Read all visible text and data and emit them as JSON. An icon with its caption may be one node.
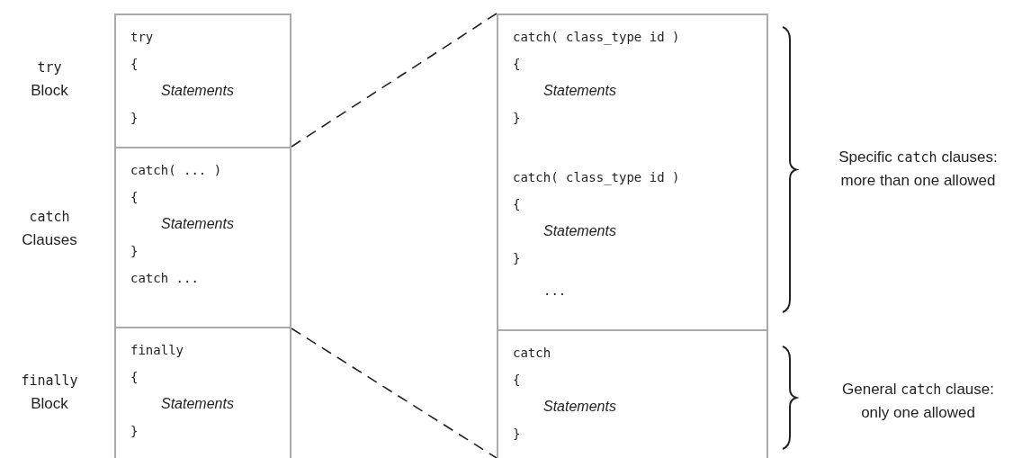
{
  "diagram": {
    "nodes": [
      {
        "text": [
          "try",
          "{",
          "Statements",
          "}"
        ]
      },
      {
        "text": [
          "catch( ... )",
          "{",
          "Statements",
          "}",
          "catch ..."
        ]
      },
      {
        "text": [
          "finally",
          "{",
          "Statements",
          "}"
        ]
      },
      {
        "text": [
          "catch( class_type id )",
          "{",
          "Statements",
          "}",
          "catch( class_type id )",
          "{",
          "Statements",
          "}",
          "..."
        ]
      },
      {
        "text": [
          "catch",
          "{",
          "Statements",
          "}"
        ]
      }
    ],
    "edges": [
      {
        "from": 1,
        "to": 3,
        "arrow": "none",
        "style": "dashed"
      },
      {
        "from": 1,
        "to": 4,
        "arrow": "none",
        "style": "dashed"
      }
    ],
    "labels": [
      "try Block",
      "catch Clauses",
      "finally Block",
      "Specific catch clauses: more than one allowed",
      "General catch clause: only one allowed"
    ]
  }
}
